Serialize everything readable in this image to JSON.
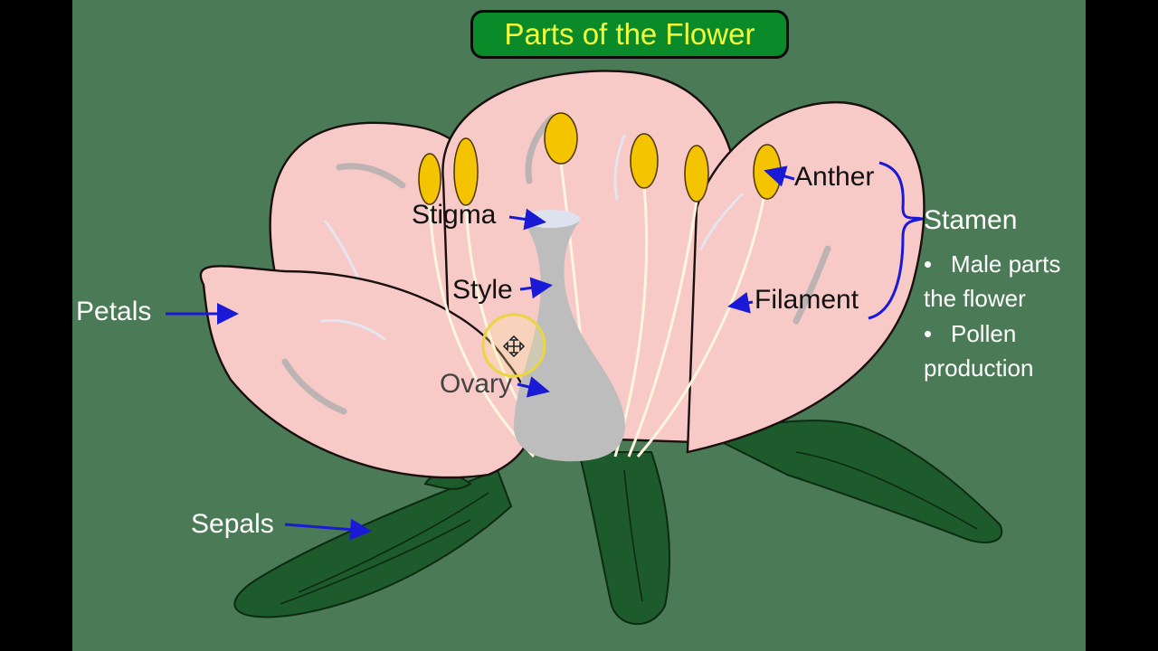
{
  "title": "Parts of the Flower",
  "labels": {
    "petals": "Petals",
    "sepals": "Sepals",
    "stigma": "Stigma",
    "style": "Style",
    "ovary": "Ovary",
    "anther": "Anther",
    "filament": "Filament",
    "stamen": "Stamen"
  },
  "stamen_notes": [
    {
      "bullet": "•",
      "lines": [
        "Male parts",
        "the flower"
      ]
    },
    {
      "bullet": "•",
      "lines": [
        "Pollen",
        "production"
      ]
    }
  ],
  "colors": {
    "background": "#4a7a56",
    "banner": "#0b8a2a",
    "title_text": "#f2ff3a",
    "petal": "#f7c9c7",
    "sepal": "#1d5a2c",
    "anther": "#f5c400",
    "pistil": "#bdbdbd",
    "arrow": "#1a1ad6"
  }
}
